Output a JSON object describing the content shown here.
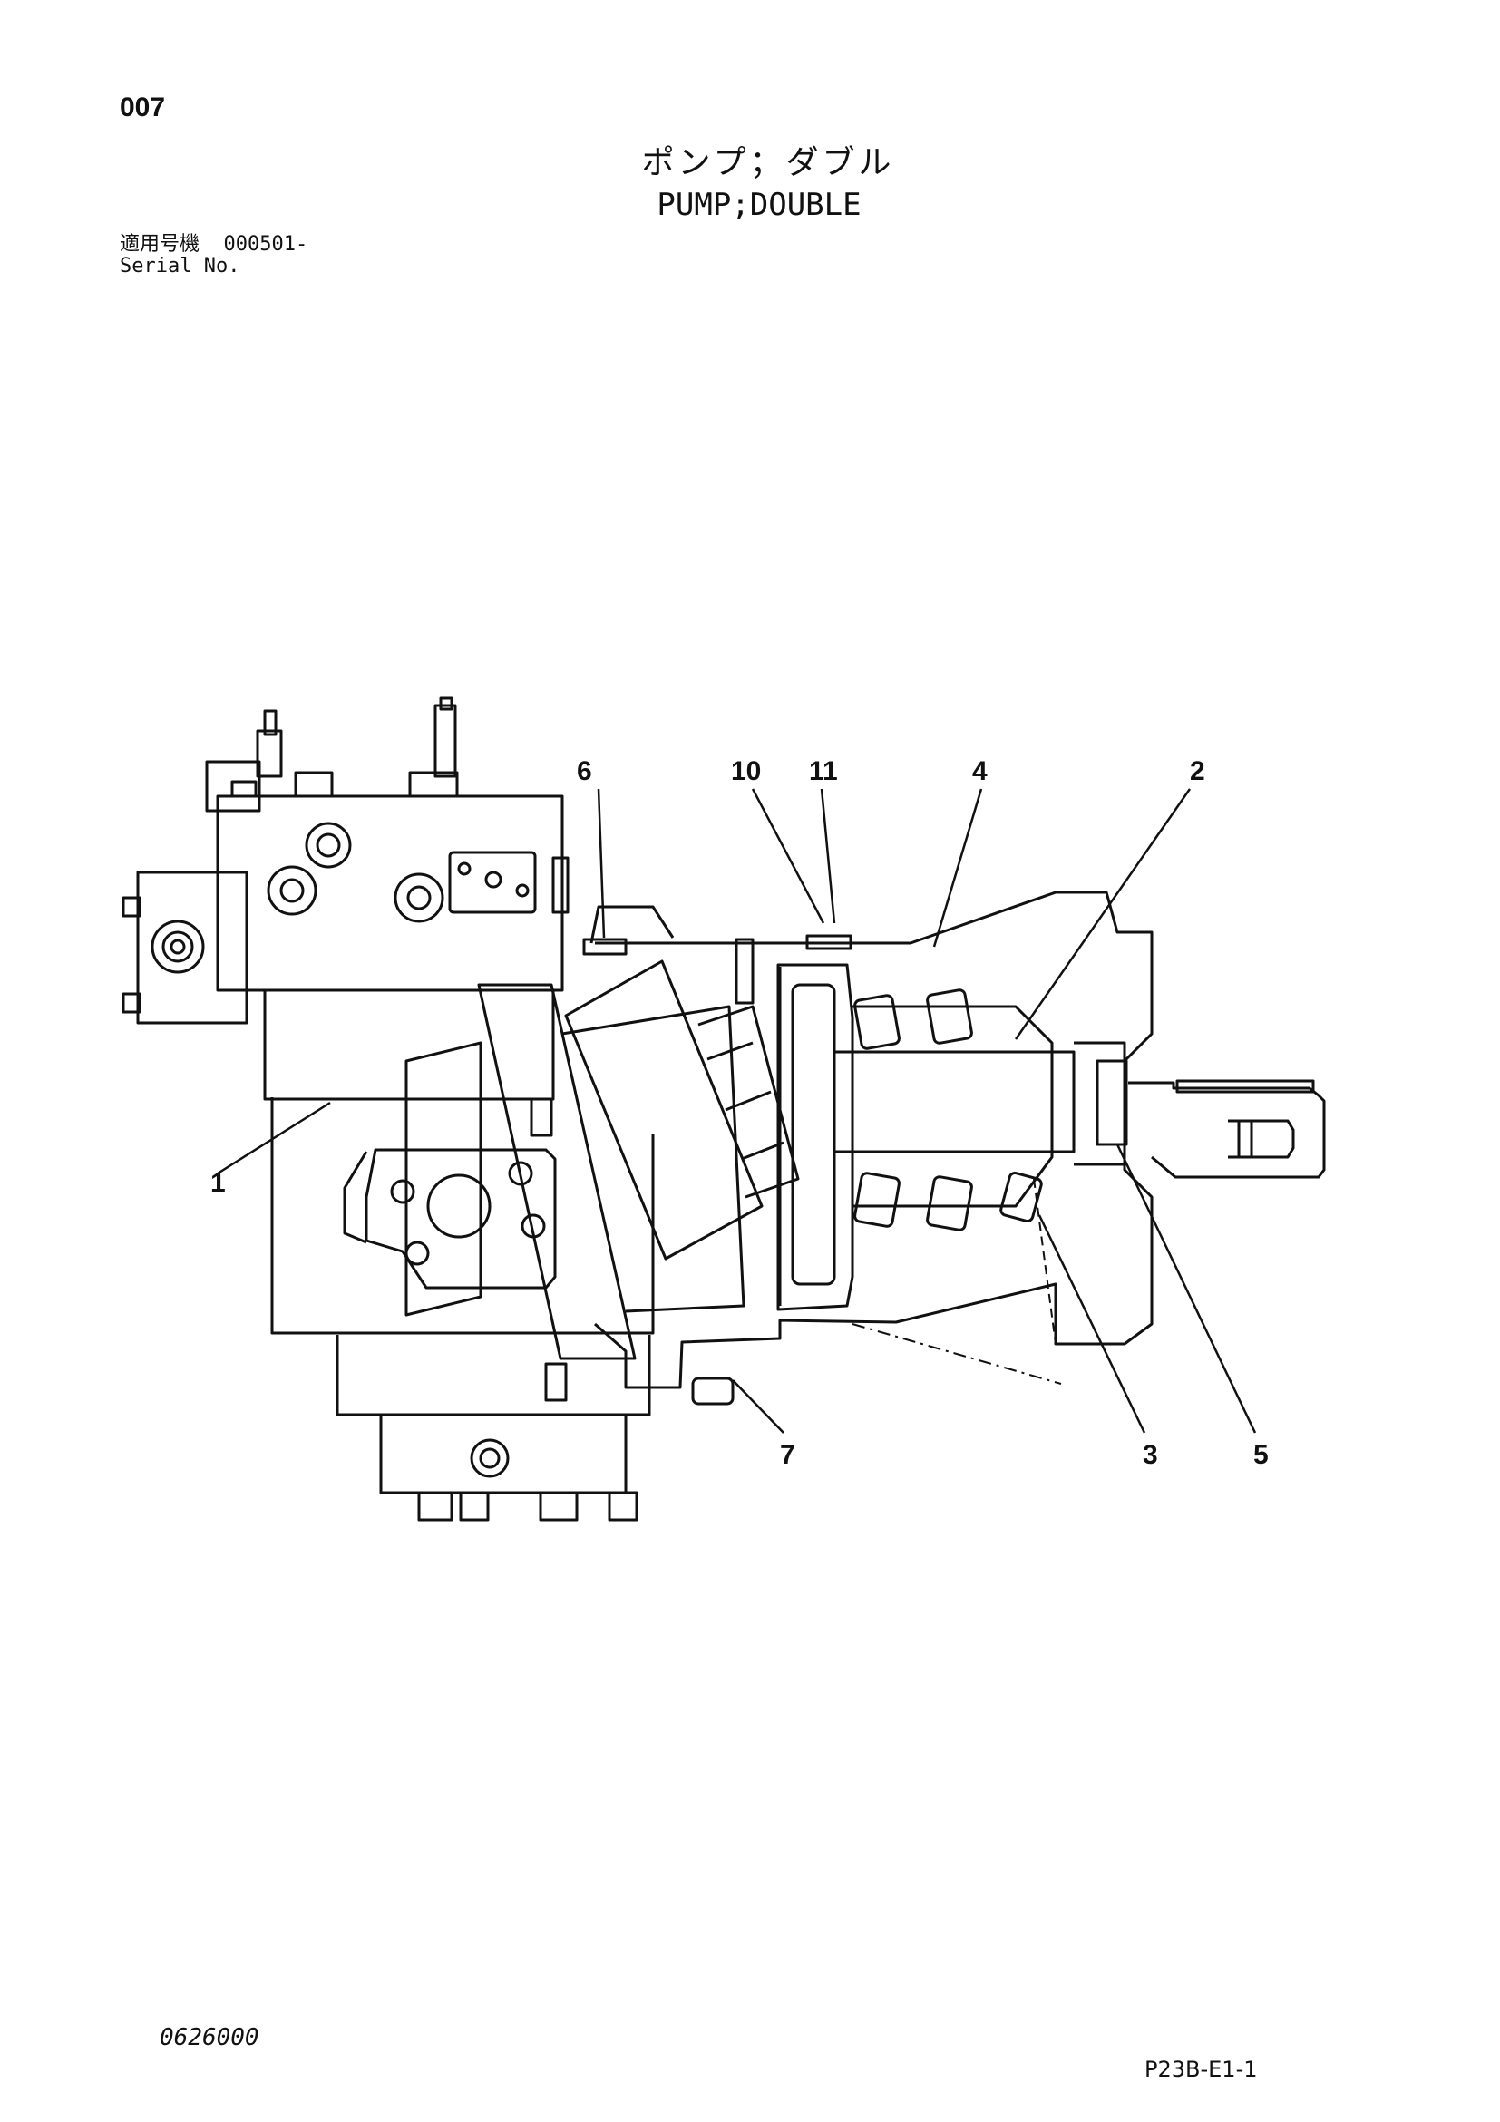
{
  "header": {
    "page_number": "007",
    "title_jp": "ポンプ；ダブル",
    "title_en": "PUMP;DOUBLE",
    "serial_label_jp": "適用号機",
    "serial_value": "000501-",
    "serial_label_en": "Serial No."
  },
  "callouts": [
    "6",
    "10",
    "11",
    "4",
    "2",
    "1",
    "7",
    "3",
    "5"
  ],
  "footer": {
    "code": "0626000",
    "page_ref": "P23B-E1-1"
  }
}
